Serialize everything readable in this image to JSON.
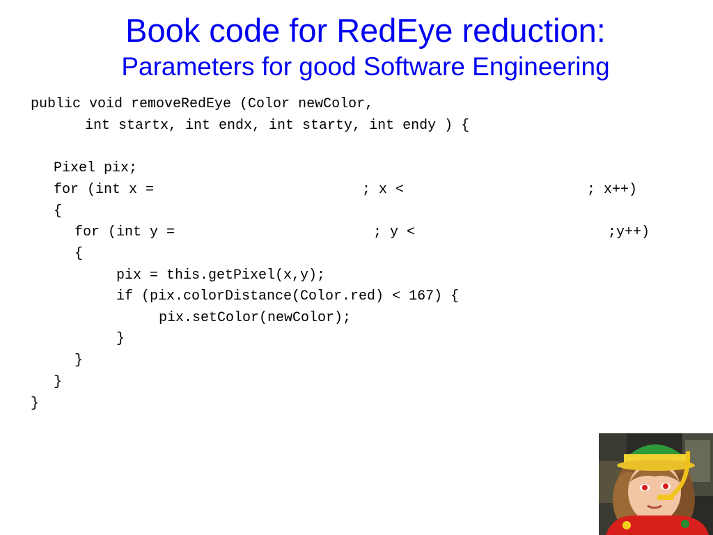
{
  "slide": {
    "title_line1": "Book code for RedEye reduction:",
    "title_line2": "Parameters for good Software Engineering"
  },
  "code": {
    "l1": "public void removeRedEye (Color newColor,",
    "l2": "int startx, int endx, int starty, int endy ) {",
    "l3": "Pixel pix;",
    "l4a": "for (int x =",
    "l4b": "; x <",
    "l4c": "; x++)",
    "l5": "{",
    "l6a": "for (int y =",
    "l6b": "; y <",
    "l6c": ";y++)",
    "l7": "{",
    "l8": "pix = this.getPixel(x,y);",
    "l9": "if (pix.colorDistance(Color.red) < 167) {",
    "l10": "pix.setColor(newColor);",
    "l11": "}",
    "l12": "}",
    "l13": "}",
    "l14": "}"
  },
  "photo": {
    "icon": "child-with-red-eyes-photo"
  }
}
